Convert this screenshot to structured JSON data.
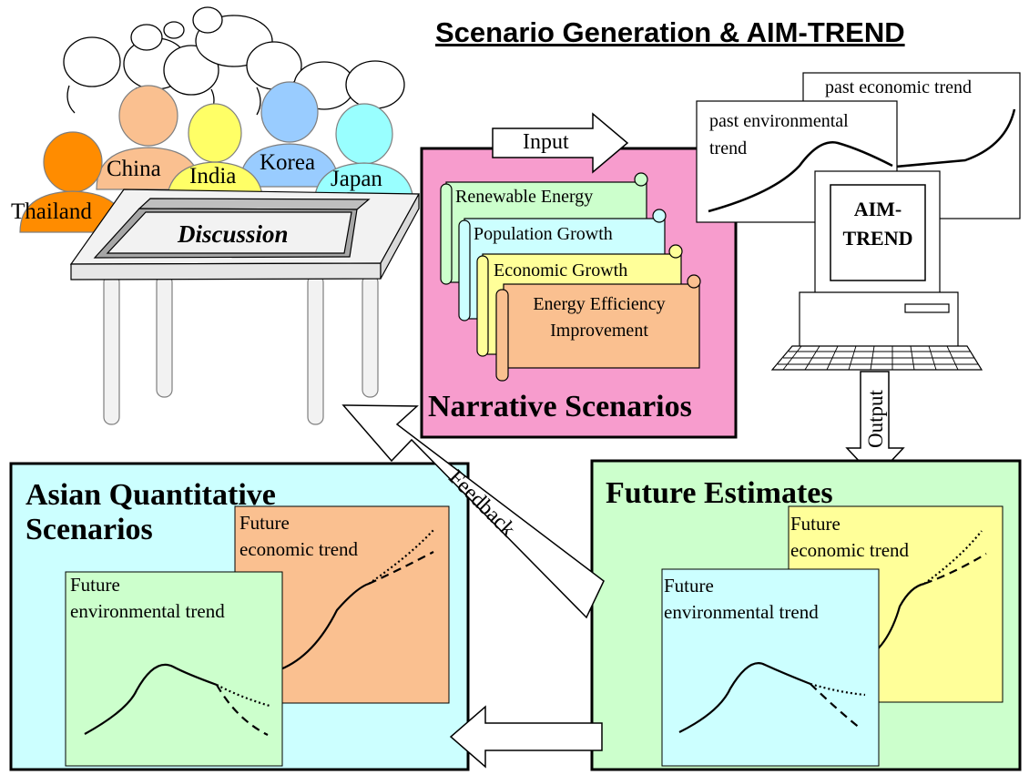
{
  "title": "Scenario Generation & AIM-TREND",
  "countries": [
    "Thailand",
    "China",
    "India",
    "Korea",
    "Japan"
  ],
  "discussion": "Discussion",
  "input_label": "Input",
  "output_label": "Output",
  "feedback_label": "Feedback",
  "narrative": {
    "title": "Narrative Scenarios",
    "scrolls": [
      "Renewable Energy",
      "Population Growth",
      "Economic Growth",
      "Energy Efficiency Improvement"
    ],
    "scroll4_line1": "Energy Efficiency",
    "scroll4_line2": "Improvement"
  },
  "aim": {
    "past_economic": "past economic trend",
    "past_env_line1": "past environmental",
    "past_env_line2": "trend",
    "screen_line1": "AIM-",
    "screen_line2": "TREND"
  },
  "asian": {
    "title_line1": "Asian Quantitative",
    "title_line2": "Scenarios",
    "econ_line1": "Future",
    "econ_line2": "economic trend",
    "env_line1": "Future",
    "env_line2": "environmental trend"
  },
  "future": {
    "title": "Future Estimates",
    "econ_line1": "Future",
    "econ_line2": "economic trend",
    "env_line1": "Future",
    "env_line2": "environmental trend"
  },
  "colors": {
    "pink": "#f79ccd",
    "cyan": "#ccffff",
    "green": "#ccffcc",
    "orange": "#fac090",
    "yellow": "#ffff99",
    "thailand": "#ff8c00",
    "china": "#fac090",
    "india": "#ffff66",
    "korea": "#99ccff",
    "japan": "#99ffff"
  }
}
